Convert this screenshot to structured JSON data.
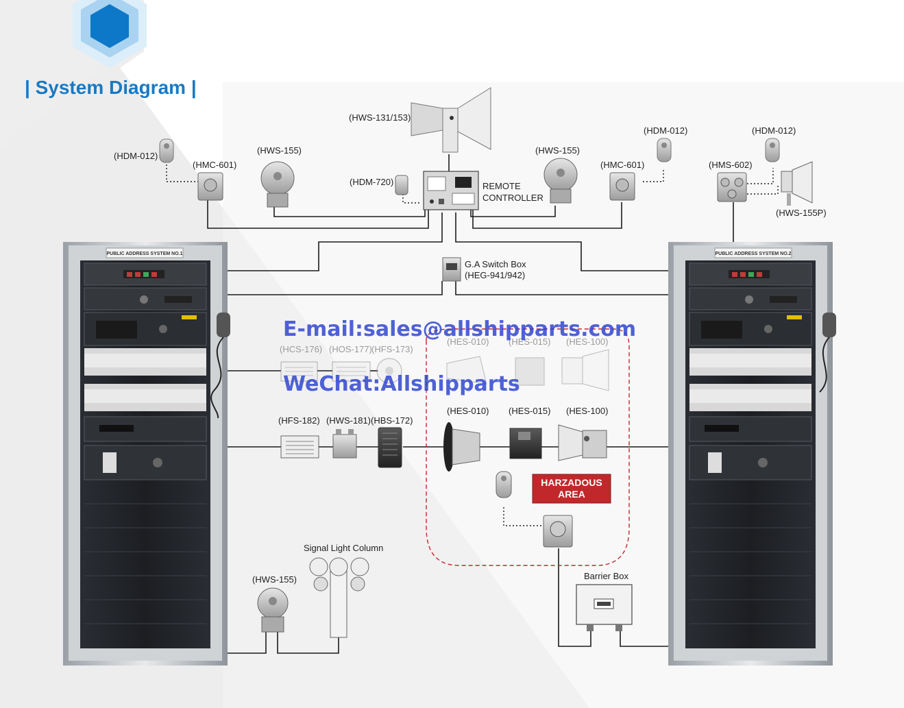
{
  "title": "| System Diagram |",
  "colors": {
    "title": "#1879c4",
    "hazard": "#c0282b",
    "watermark": "#2a3fd0",
    "hazard_border": "#c0282b"
  },
  "watermark": {
    "email": "E-mail:sales@allshipparts.com",
    "wechat": "WeChat:Allshipparts"
  },
  "racks": {
    "left": "PUBLIC ADDRESS SYSTEM NO.1",
    "right": "PUBLIC ADDRESS SYSTEM NO.2"
  },
  "devices": {
    "horn_top": "(HWS-131/153)",
    "hdm012_left": "(HDM-012)",
    "hmc601_left": "(HMC-601)",
    "hws155_left": "(HWS-155)",
    "hdm720": "(HDM-720)",
    "remote_controller": [
      "REMOTE",
      "CONTROLLER"
    ],
    "hws155_right": "(HWS-155)",
    "hmc601_right": "(HMC-601)",
    "hdm012_mid": "(HDM-012)",
    "hdm012_right": "(HDM-012)",
    "hms602": "(HMS-602)",
    "hws155p": "(HWS-155P)",
    "ga_switch": [
      "G.A Switch Box",
      "(HEG-941/942)"
    ],
    "hcs176": "(HCS-176)",
    "hos177": "(HOS-177)",
    "hfs173": "(HFS-173)",
    "hes010_faded": "(HES-010)",
    "hes015_faded": "(HES-015)",
    "hes100_faded": "(HES-100)",
    "hfs182": "(HFS-182)",
    "hws181": "(HWS-181)",
    "hbs172": "(HBS-172)",
    "hes010": "(HES-010)",
    "hes015": "(HES-015)",
    "hes100": "(HES-100)",
    "hazardous_area": [
      "HARZADOUS",
      "AREA"
    ],
    "signal_light_column": "Signal Light Column",
    "hws155_bottom": "(HWS-155)",
    "barrier_box": "Barrier Box"
  },
  "icons": [
    "hexagon-logo-icon",
    "horn-speaker-icon",
    "microphone-icon",
    "bell-icon",
    "call-station-icon",
    "remote-controller-icon",
    "switch-box-icon",
    "ceiling-speaker-icon",
    "wall-speaker-icon",
    "barrier-box-icon",
    "signal-light-icon"
  ]
}
